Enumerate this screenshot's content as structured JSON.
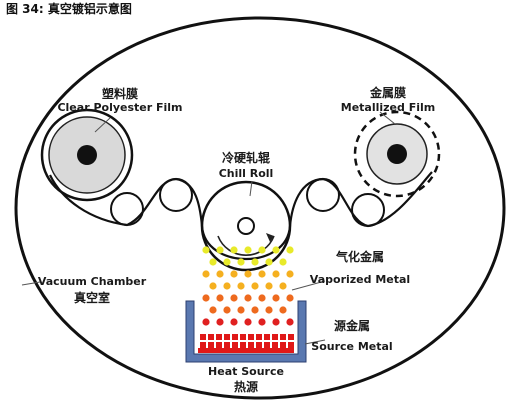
{
  "caption": "图 34: 真空镀铝示意图",
  "labels": {
    "clear_film_zh": "塑料膜",
    "clear_film_en": "Clear Polyester Film",
    "metallized_film_zh": "金属膜",
    "metallized_film_en": "Metallized Film",
    "chill_roll_zh": "冷硬轧辊",
    "chill_roll_en": "Chill Roll",
    "vaporized_metal_zh": "气化金属",
    "vaporized_metal_en": "Vaporized Metal",
    "vacuum_chamber_en": "Vacuum Chamber",
    "vacuum_chamber_zh": "真空室",
    "source_metal_zh": "源金属",
    "source_metal_en": "Source Metal",
    "heat_source_en": "Heat Source",
    "heat_source_zh": "热源"
  },
  "colors": {
    "vapor_top": "#e8ea2a",
    "vapor_mid": "#f5b020",
    "vapor_low": "#ee6a1e",
    "vapor_bottom": "#e02020",
    "source_metal": "#e01818",
    "crucible": "#5a78b0"
  }
}
